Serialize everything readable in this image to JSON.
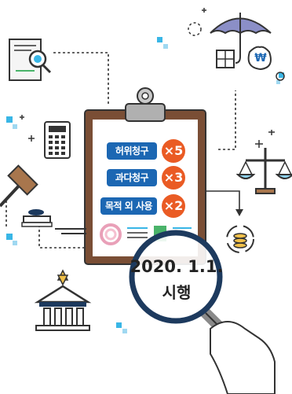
{
  "penalties": [
    {
      "label": "허위청구",
      "multiplier": "×5"
    },
    {
      "label": "과다청구",
      "multiplier": "×3"
    },
    {
      "label": "목적 외 사용",
      "multiplier": "×2"
    }
  ],
  "effective_date": {
    "date": "2020. 1.1.",
    "suffix": "시행"
  },
  "icons": {
    "currency_symbol": "₩"
  },
  "colors": {
    "label_blue": "#1c67b3",
    "multiplier_orange": "#ea5b24",
    "clipboard_brown": "#7a4e35",
    "lens_navy": "#1d3a5e",
    "accent_cyan": "#39b6e6",
    "umbrella_purple": "#8b8fc7"
  }
}
